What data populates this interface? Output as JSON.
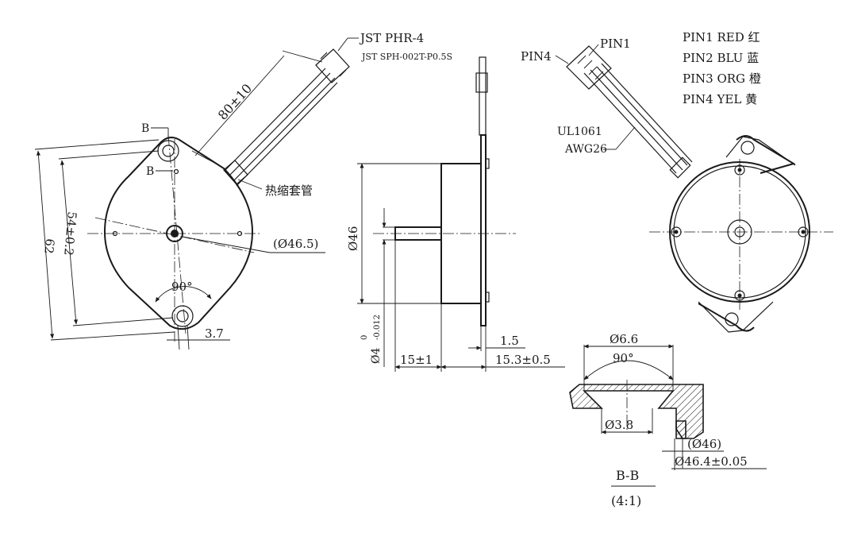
{
  "labels": {
    "connector_model": "JST PHR-4",
    "terminal_model": "JST SPH-002T-P0.5S",
    "heat_shrink": "热缩套管",
    "wire_type": "UL1061",
    "wire_gauge": "AWG26",
    "pin4": "PIN4",
    "pin1": "PIN1",
    "section_title": "B-B",
    "section_scale": "(4:1)",
    "section_mark": "B"
  },
  "pin_table": [
    {
      "pin": "PIN1",
      "color": "RED",
      "cn": "红"
    },
    {
      "pin": "PIN2",
      "color": "BLU",
      "cn": "蓝"
    },
    {
      "pin": "PIN3",
      "color": "ORG",
      "cn": "橙"
    },
    {
      "pin": "PIN4",
      "color": "YEL",
      "cn": "黄"
    }
  ],
  "dimensions": {
    "lead_length": "80±10",
    "overall_height": "62",
    "hole_spacing": "54±0.2",
    "body_dia_ref": "(Ø46.5)",
    "angle": "90°",
    "flange_thk": "3.7",
    "body_dia": "Ø46",
    "shaft_dia_base": "Ø4",
    "shaft_tol_upper": "0",
    "shaft_tol_lower": "-0.012",
    "shaft_length": "15±1",
    "plate_thk": "1.5",
    "body_length": "15.3±0.5",
    "counterbore_dia": "Ø6.6",
    "cb_angle": "90°",
    "hole_dia": "Ø3.8",
    "section_dia_ref": "(Ø46)",
    "section_dia": "Ø46.4±0.05"
  }
}
